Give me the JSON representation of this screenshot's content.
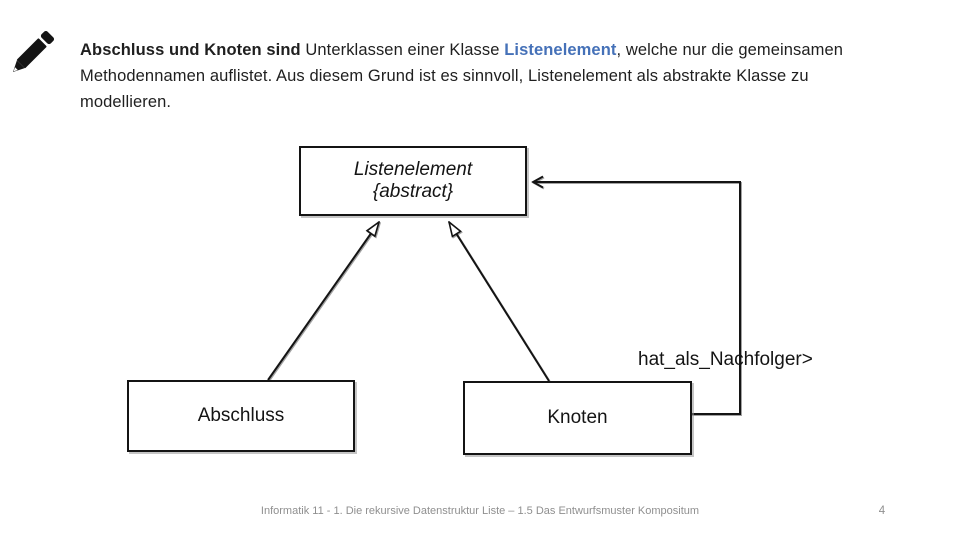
{
  "slide": {
    "background_color": "#ffffff",
    "footer_text": "Informatik 11 - 1. Die rekursive Datenstruktur Liste – 1.5 Das Entwurfsmuster Kompositum",
    "page_number": "4"
  },
  "intro": {
    "bold_lead": "Abschluss und Knoten sind ",
    "regular_1": "Unterklassen einer Klasse ",
    "highlight": "Listenelement",
    "regular_2": ", welche nur die gemeinsamen Methodennamen auflistet. Aus diesem Grund ist es sinnvoll, Listenelement als abstrakte Klasse zu modellieren.",
    "text_color": "#1f1f1f",
    "highlight_color": "#4571b8"
  },
  "icons": {
    "pencil": "pencil-icon"
  },
  "diagram": {
    "type": "uml-class-diagram",
    "classes": [
      {
        "name": "Listenelement",
        "stereotype": "{abstract}"
      },
      {
        "name": "Abschluss",
        "stereotype": ""
      },
      {
        "name": "Knoten",
        "stereotype": ""
      }
    ],
    "relations": [
      {
        "from": "Abschluss",
        "to": "Listenelement",
        "kind": "generalization",
        "label": ""
      },
      {
        "from": "Knoten",
        "to": "Listenelement",
        "kind": "generalization",
        "label": ""
      },
      {
        "from": "Knoten",
        "to": "Listenelement",
        "kind": "association",
        "label": "hat_als_Nachfolger>"
      }
    ],
    "line_color": "#141414",
    "box_fill": "#ffffff"
  }
}
